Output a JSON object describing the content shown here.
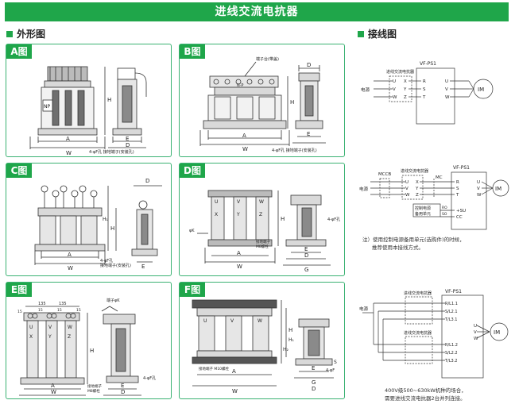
{
  "page": {
    "title": "进线交流电抗器"
  },
  "sections": {
    "outline": "外形图",
    "wiring": "接线图"
  },
  "panels": {
    "a": {
      "label": "A图",
      "np": "NP",
      "h": "H",
      "a": "A",
      "w": "W",
      "e": "E",
      "d": "D",
      "hole": "4-φF孔 接地端子(安装孔)"
    },
    "b": {
      "label": "B图",
      "top": "端子台(带盖)",
      "np": "N·P",
      "h": "H",
      "a": "A",
      "w": "W",
      "e": "E",
      "d": "D",
      "hole": "4-φF孔 接地端子(安装孔)"
    },
    "c": {
      "label": "C图",
      "h1": "H₁",
      "h": "H",
      "a": "A",
      "w": "W",
      "d": "D",
      "e": "E",
      "hole": "4-φF孔",
      "hole2": "接地端子(安装孔)"
    },
    "d": {
      "label": "D图",
      "u": "U",
      "v": "V",
      "w_t": "W",
      "x": "X",
      "y": "Y",
      "z": "Z",
      "h": "H",
      "a": "A",
      "w": "W",
      "e": "E",
      "d": "D",
      "g": "G",
      "hole": "4-φF孔",
      "phik": "φK",
      "ground": "接地端子",
      "bolt": "M8螺栓"
    },
    "e": {
      "label": "E图",
      "d135a": "135",
      "d135b": "135",
      "d15a": "15",
      "d15b": "15",
      "d15c": "15",
      "d15d": "15",
      "u": "U",
      "v": "V",
      "w_t": "W",
      "x": "X",
      "y": "Y",
      "z": "Z",
      "term": "端子φK",
      "h": "H",
      "a": "A",
      "w": "W",
      "e": "E",
      "d": "D",
      "hole": "4-φF孔",
      "ground": "接地端子",
      "bolt": "M8螺栓"
    },
    "f": {
      "label": "F图",
      "u": "U",
      "v": "V",
      "w_t": "W",
      "h": "H",
      "h1": "H₁",
      "h2": "H₂",
      "a": "A",
      "w": "W",
      "e": "E",
      "g": "G",
      "d": "D",
      "s": "S",
      "hole": "4-φF",
      "ground": "接地端子 M10螺栓"
    }
  },
  "wiring1": {
    "device": "VF-PS1",
    "reactor": "进线交流电抗器",
    "supply": "电源",
    "in": [
      "R",
      "S",
      "T"
    ],
    "term_l": [
      "U",
      "V",
      "W"
    ],
    "term_r": [
      "X",
      "Y",
      "Z"
    ],
    "out": [
      "U",
      "V",
      "W"
    ],
    "motor": "IM"
  },
  "wiring2": {
    "device": "VF-PS1",
    "reactor": "进线交流电抗器",
    "mccb": "MCCB",
    "mc": "MC",
    "supply": "电源",
    "in": [
      "R",
      "S",
      "T"
    ],
    "term_l": [
      "U",
      "V",
      "W"
    ],
    "term_r": [
      "X",
      "Y",
      "Z"
    ],
    "out": [
      "U",
      "V",
      "W"
    ],
    "motor": "IM",
    "ctrl1": "控制电源",
    "ctrl2": "备用单元",
    "ro": "RO",
    "so": "SO",
    "su": "+SU",
    "cc": "CC"
  },
  "note1": {
    "line1": "注）使用控制电源备用单元(选购件)的时候，",
    "line2": "推荐使用本接线方式。"
  },
  "wiring3": {
    "device": "VF-PS1",
    "reactor1": "进线交流电抗器",
    "reactor2": "进线交流电抗器",
    "supply": "电源",
    "in1": [
      "R/L1.1",
      "S/L2.1",
      "T/L3.1"
    ],
    "in2": [
      "R/L1.2",
      "S/L2.2",
      "T/L3.2"
    ],
    "out": [
      "U",
      "V",
      "W"
    ],
    "motor": "IM"
  },
  "note2": {
    "line1": "400V级500~630kW机种的场合，",
    "line2": "需要进线交流电抗器2台并列连接。"
  }
}
